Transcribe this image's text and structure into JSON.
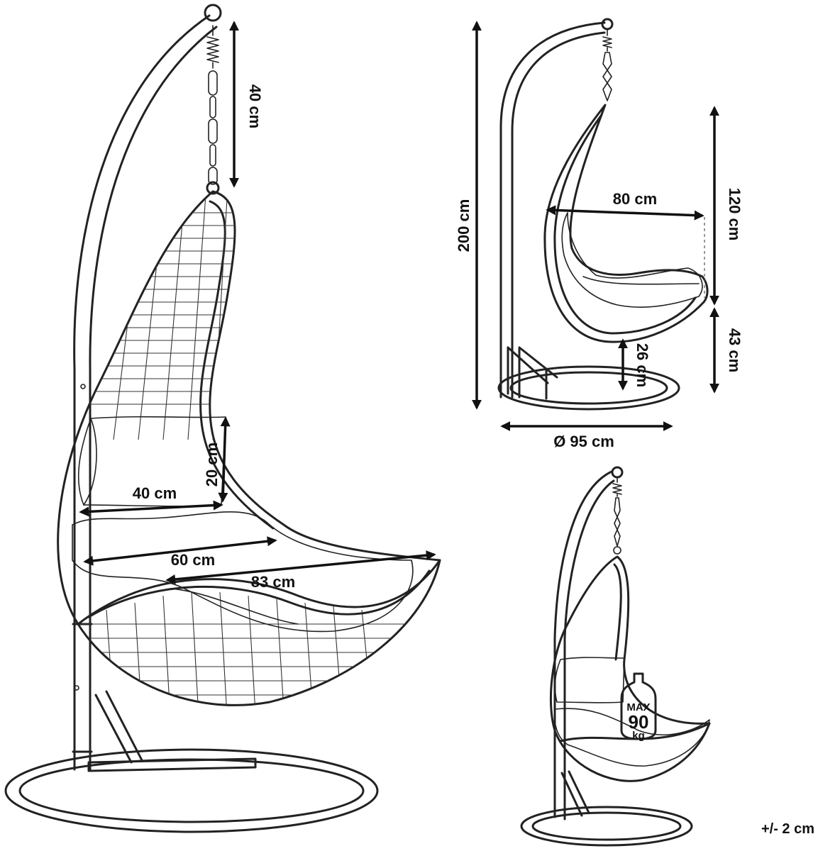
{
  "main_view": {
    "dims": {
      "chain_length": "40 cm",
      "pillow_height": "20 cm",
      "pillow_width": "40 cm",
      "seat_depth": "60 cm",
      "seat_width": "83 cm"
    }
  },
  "side_view": {
    "dims": {
      "total_height": "200 cm",
      "depth": "80 cm",
      "seat_height": "120 cm",
      "floor_clearance": "26 cm",
      "seat_to_floor": "43 cm",
      "base_diameter": "Ø 95 cm"
    }
  },
  "load_view": {
    "weight": {
      "line1": "MAX",
      "line2": "90",
      "line3": "kg"
    }
  },
  "tolerance": "+/- 2 cm"
}
